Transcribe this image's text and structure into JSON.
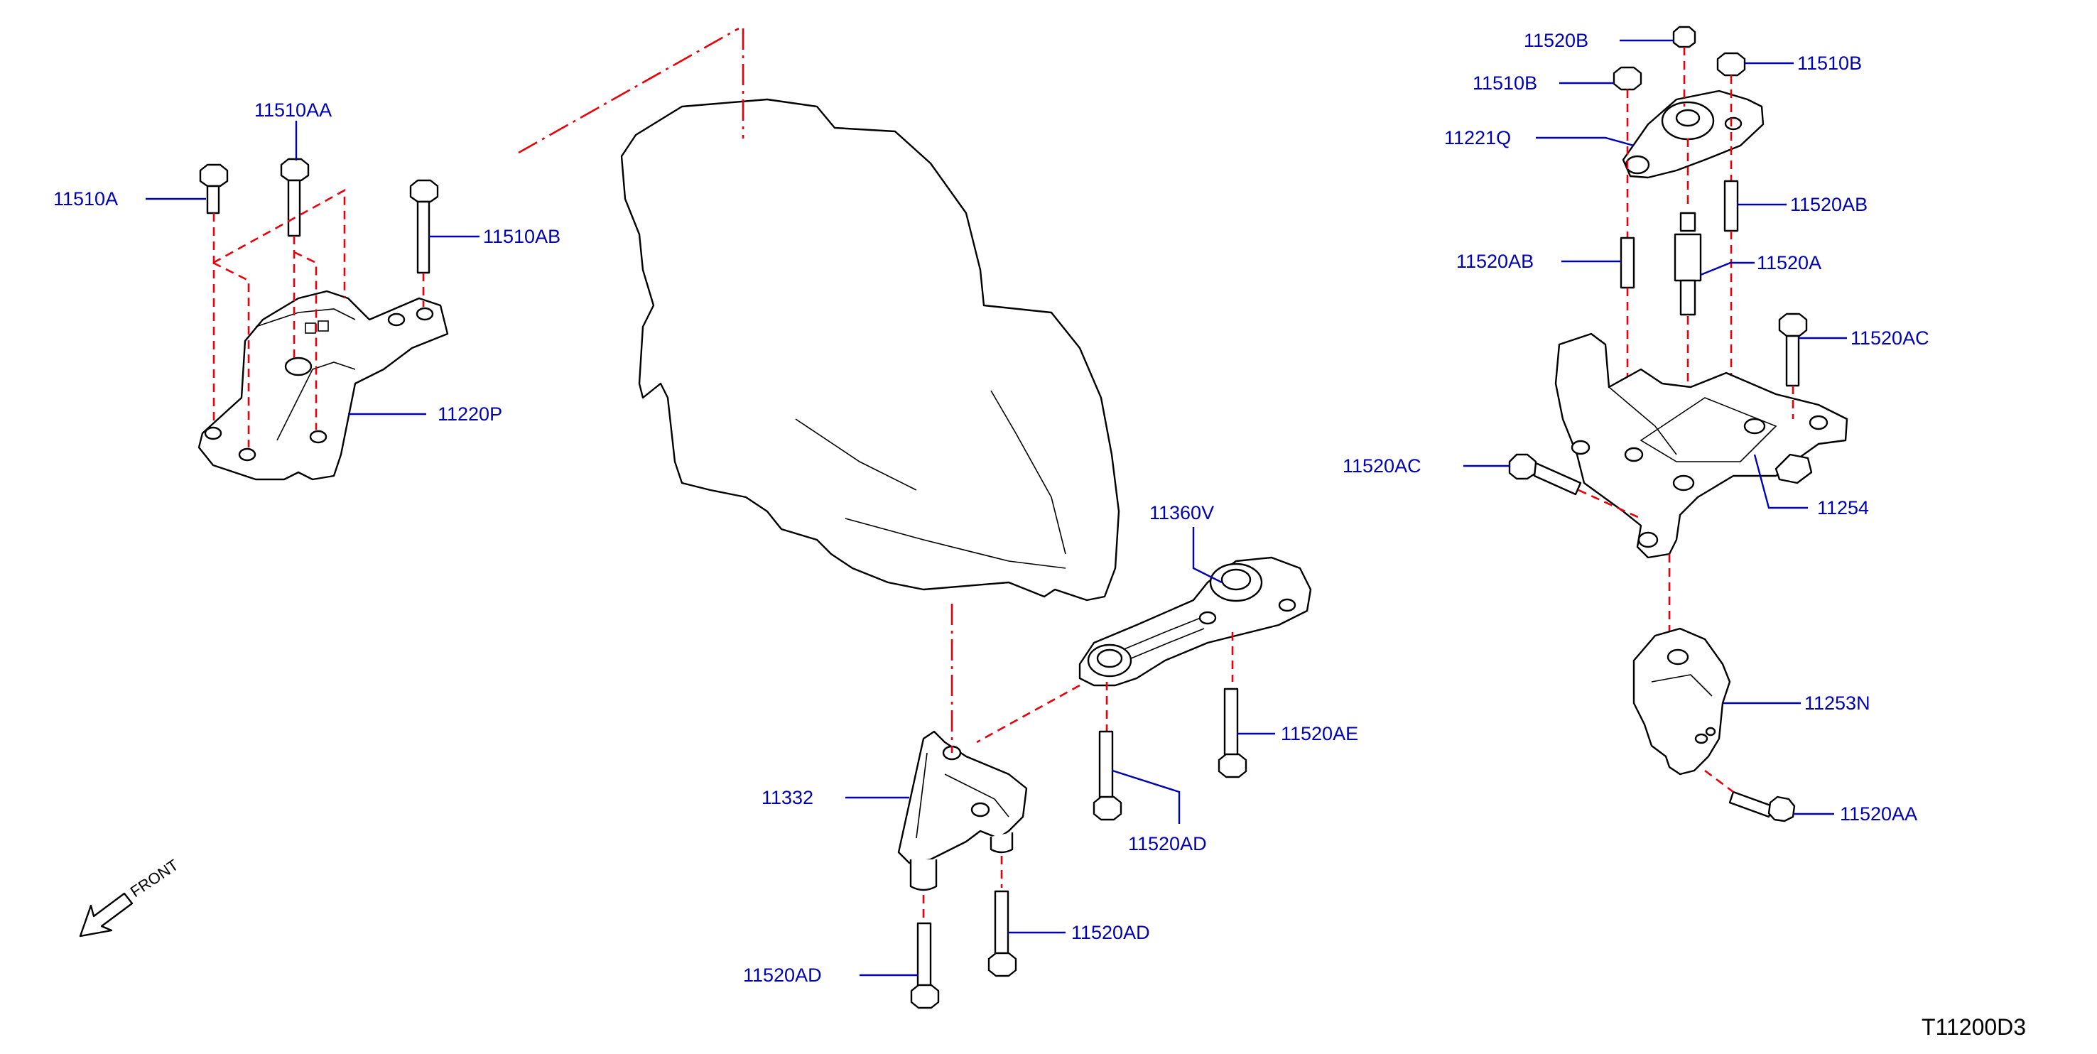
{
  "diagram_code": "T11200D3",
  "direction": {
    "label": "FRONT",
    "arrow_icon": "front-arrow-icon"
  },
  "colors": {
    "label": "#0000b4",
    "centerline": "#e8000b",
    "line_art": "#000000"
  },
  "parts": [
    {
      "id": "p01",
      "label": "11510A"
    },
    {
      "id": "p02",
      "label": "11510AA"
    },
    {
      "id": "p03",
      "label": "11510AB"
    },
    {
      "id": "p04",
      "label": "11220P"
    },
    {
      "id": "p05",
      "label": "11360V"
    },
    {
      "id": "p06",
      "label": "11520AE"
    },
    {
      "id": "p07",
      "label": "11520AD"
    },
    {
      "id": "p08",
      "label": "11332"
    },
    {
      "id": "p09",
      "label": "11520AD"
    },
    {
      "id": "p10",
      "label": "11520AD"
    },
    {
      "id": "p11",
      "label": "11520B"
    },
    {
      "id": "p12",
      "label": "11510B"
    },
    {
      "id": "p13",
      "label": "11510B"
    },
    {
      "id": "p14",
      "label": "11221Q"
    },
    {
      "id": "p15",
      "label": "11520AB"
    },
    {
      "id": "p16",
      "label": "11520AB"
    },
    {
      "id": "p17",
      "label": "11520A"
    },
    {
      "id": "p18",
      "label": "11520AC"
    },
    {
      "id": "p19",
      "label": "11520AC"
    },
    {
      "id": "p20",
      "label": "11254"
    },
    {
      "id": "p21",
      "label": "11253N"
    },
    {
      "id": "p22",
      "label": "11520AA"
    }
  ]
}
